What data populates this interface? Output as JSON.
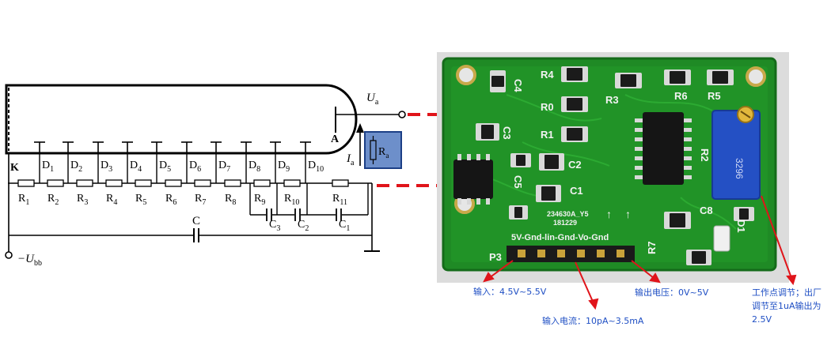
{
  "schematic": {
    "dynodes": [
      "D1",
      "D2",
      "D3",
      "D4",
      "D5",
      "D6",
      "D7",
      "D8",
      "D9",
      "D10"
    ],
    "resistors": [
      "R1",
      "R2",
      "R3",
      "R4",
      "R5",
      "R6",
      "R7",
      "R8",
      "R9",
      "R10",
      "R11"
    ],
    "capacitors": [
      "C3",
      "C2",
      "C1"
    ],
    "cathode": "K",
    "anode": "A",
    "filter_cap": "C",
    "anode_voltage": "U",
    "anode_voltage_sub": "a",
    "anode_current": "I",
    "anode_current_sub": "a",
    "load_resistor": "R",
    "load_resistor_sub": "a",
    "supply_voltage": "−U",
    "supply_voltage_sub": "bb"
  },
  "pcb": {
    "components": {
      "R4": "R4",
      "R0": "R0",
      "R1": "R1",
      "R3": "R3",
      "R6": "R6",
      "R5": "R5",
      "R2": "R2",
      "R7": "R7",
      "C4": "C4",
      "C3": "C3",
      "C2": "C2",
      "C1": "C1",
      "C5": "C5",
      "C8": "C8",
      "D1": "D1",
      "P3": "P3"
    },
    "chip_text": "234630A_Y5",
    "date_code": "181229",
    "header_label": "5V-Gnd-lin-Gnd-Vo-Gnd",
    "pot_text": "3296"
  },
  "annotations": {
    "input_voltage": "输入：4.5V~5.5V",
    "input_current": "输入电流：10pA~3.5mA",
    "output_voltage": "输出电压：0V~5V",
    "bias_line1": "工作点调节；出厂",
    "bias_line2": "调节至1uA输出为",
    "bias_line3": "2.5V"
  }
}
